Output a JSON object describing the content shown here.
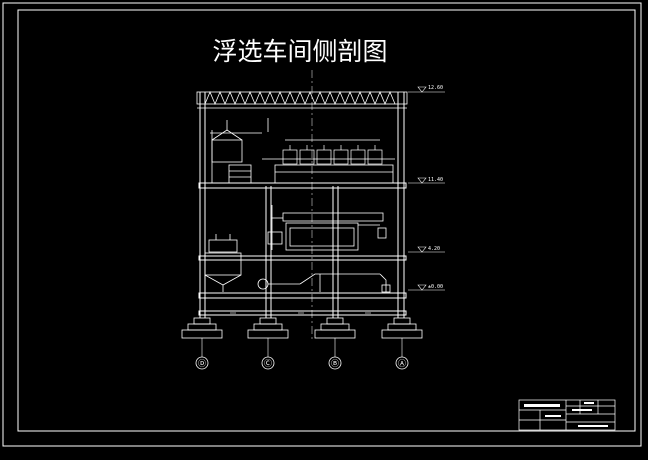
{
  "title": "浮选车间侧剖图",
  "elevations": [
    "12.60",
    "11.40",
    "4.20",
    "±0.00"
  ],
  "axes": [
    "Ⓓ",
    "Ⓒ",
    "Ⓑ",
    "Ⓐ"
  ],
  "colors": {
    "background": "#000000",
    "lines": "#ffffff",
    "center_line": "#cfcfcf"
  }
}
